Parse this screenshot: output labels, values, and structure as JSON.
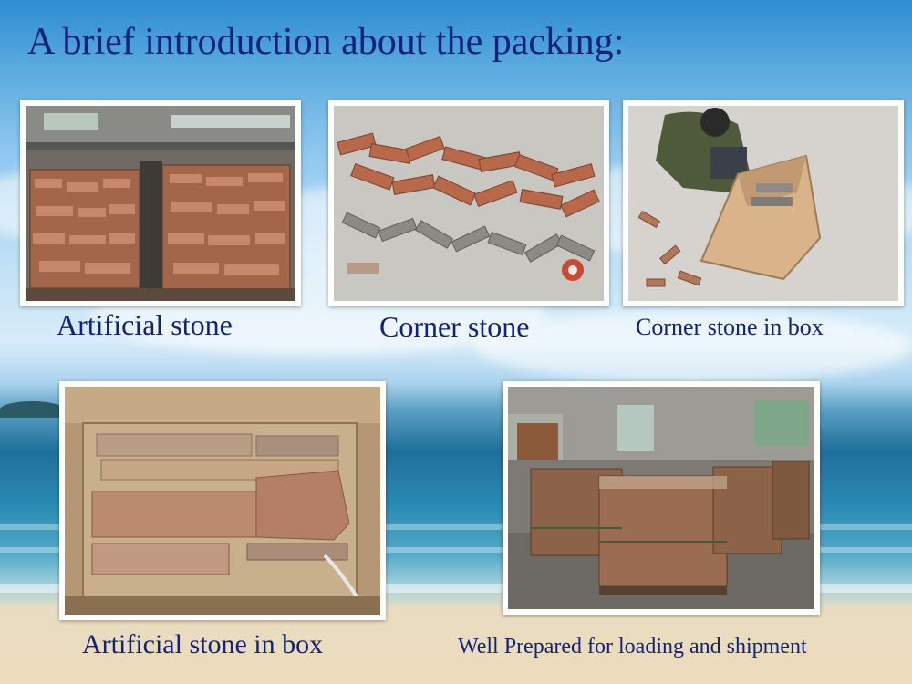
{
  "title": "A brief introduction about the  packing:",
  "captions": {
    "artificial_stone": "Artificial stone",
    "corner_stone": "Corner stone",
    "corner_stone_in_box": "Corner stone in box",
    "artificial_stone_in_box": "Artificial stone in box",
    "well_prepared": "Well Prepared for loading and shipment"
  },
  "colors": {
    "title_text": "#10227a",
    "sky_top": "#2e8cd2",
    "sea": "#1f6f9c",
    "sand": "#ecdcbd"
  }
}
